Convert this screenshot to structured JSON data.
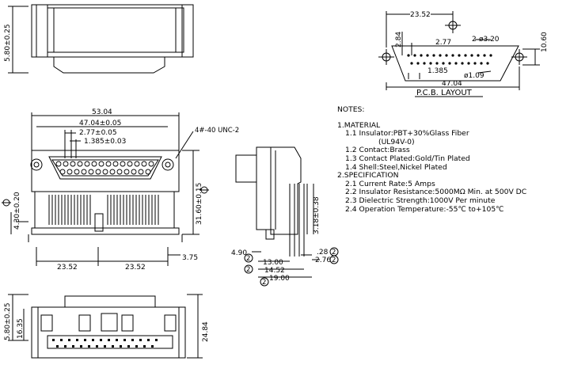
{
  "pcb_layout": {
    "title": "P.C.B. LAYOUT",
    "dim_23_52": "23.52",
    "dim_2_84": "2.84",
    "dim_2_77": "2.77",
    "dim_hole": "2-ø3.20",
    "dim_10_60": "10.60",
    "dim_1_385": "1.385",
    "dim_pin": "ø1.09",
    "dim_47_04": "47.04"
  },
  "top_view": {
    "dim_5_80": "5.80±0.25"
  },
  "front_view": {
    "dim_53_04": "53.04",
    "dim_47_04": "47.04±0.05",
    "dim_2_77": "2.77±0.05",
    "dim_1_385": "1.385±0.03",
    "dim_screw": "4#-40 UNC-2",
    "dim_31_60": "31.60±0.15",
    "dim_4_30": "4.30±0.20",
    "dim_23_52_left": "23.52",
    "dim_23_52_right": "23.52",
    "dim_3_75": "3.75"
  },
  "side_view": {
    "dim_3_18": "3.18±0.38",
    "dim_4_90": "4.90",
    "dim_13_00": "13.00",
    "dim_14_52": "14.52",
    "dim_19_00": "19.00",
    "dim_28": ".28",
    "dim_2_76": "2.76",
    "callout": "2"
  },
  "bottom_view": {
    "dim_5_80": "5.80±0.25",
    "dim_16_35": "16.35",
    "dim_24_84": "24.84"
  },
  "notes": {
    "heading": "NOTES:",
    "material": "1.MATERIAL",
    "m1": "1.1 Insulator:PBT+30%Glass Fiber",
    "m1b": "(UL94V-0)",
    "m2": "1.2 Contact:Brass",
    "m3": "1.3 Contact Plated:Gold/Tin Plated",
    "m4": "1.4 Shell:Steel,Nickel Plated",
    "spec": "2.SPECIFICATION",
    "s1": "2.1 Current Rate:5 Amps",
    "s2": "2.2 Insulator Resistance:5000MΩ Min. at 500V DC",
    "s3": "2.3 Dielectric Strength:1000V Per minute",
    "s4": "2.4 Operation Temperature:-55℃ to+105℃"
  }
}
